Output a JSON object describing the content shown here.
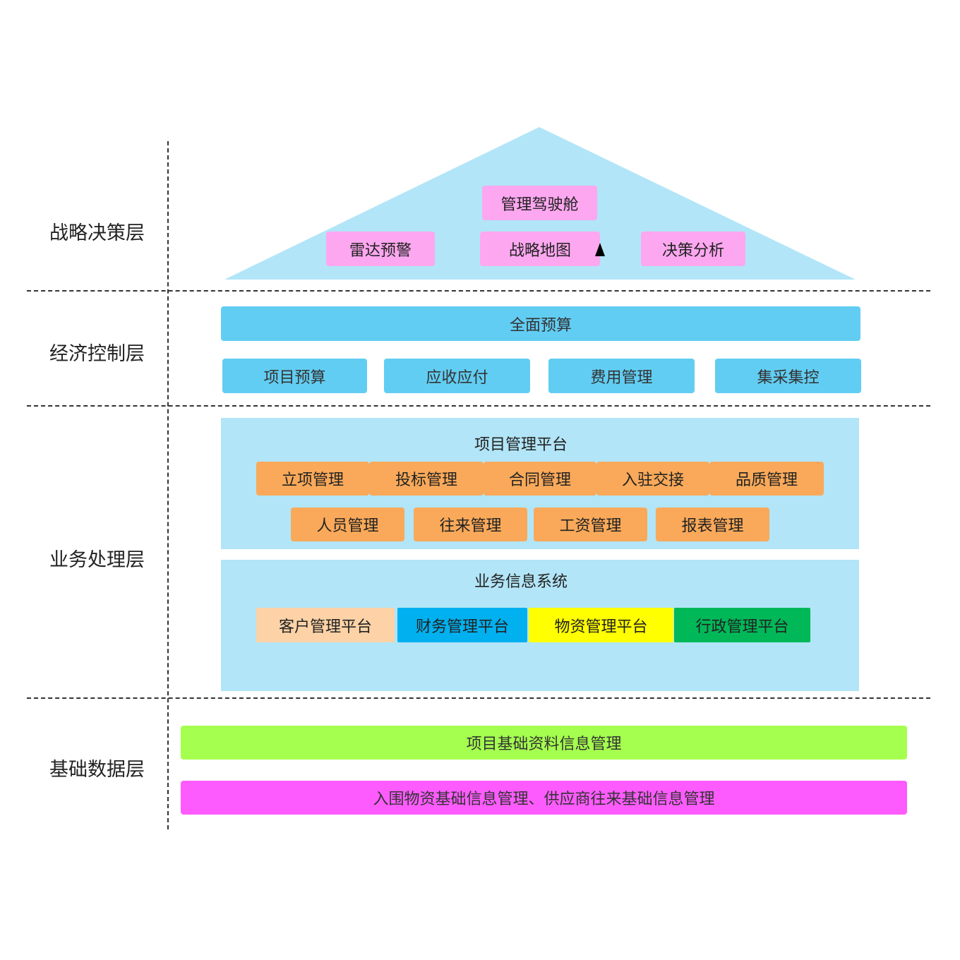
{
  "layers": {
    "strategy": "战略决策层",
    "economic": "经济控制层",
    "business": "业务处理层",
    "basic": "基础数据层"
  },
  "strategy": {
    "top": "管理驾驶舱",
    "items": [
      "雷达预警",
      "战略地图",
      "决策分析"
    ]
  },
  "economic": {
    "main": "全面预算",
    "items": [
      "项目预算",
      "应收应付",
      "费用管理",
      "集采集控"
    ]
  },
  "business": {
    "platform_title": "项目管理平台",
    "row1": [
      "立项管理",
      "投标管理",
      "合同管理",
      "入驻交接",
      "品质管理"
    ],
    "row2": [
      "人员管理",
      "往来管理",
      "工资管理",
      "报表管理"
    ],
    "system_title": "业务信息系统",
    "systems": [
      "客户管理平台",
      "财务管理平台",
      "物资管理平台",
      "行政管理平台"
    ]
  },
  "basic": {
    "items": [
      "项目基础资料信息管理",
      "入围物资基础信息管理、供应商往来基础信息管理"
    ]
  },
  "colors": {
    "roof": "#b2e5f7",
    "pink": "#fda7f0",
    "blue": "#62cdf2",
    "orange": "#f9a959",
    "customer": "#fcd2a6",
    "finance": "#00b0ef",
    "material": "#ffff00",
    "admin": "#00b858",
    "green_bar": "#a5ff4f",
    "magenta_bar": "#fd5bfd"
  }
}
